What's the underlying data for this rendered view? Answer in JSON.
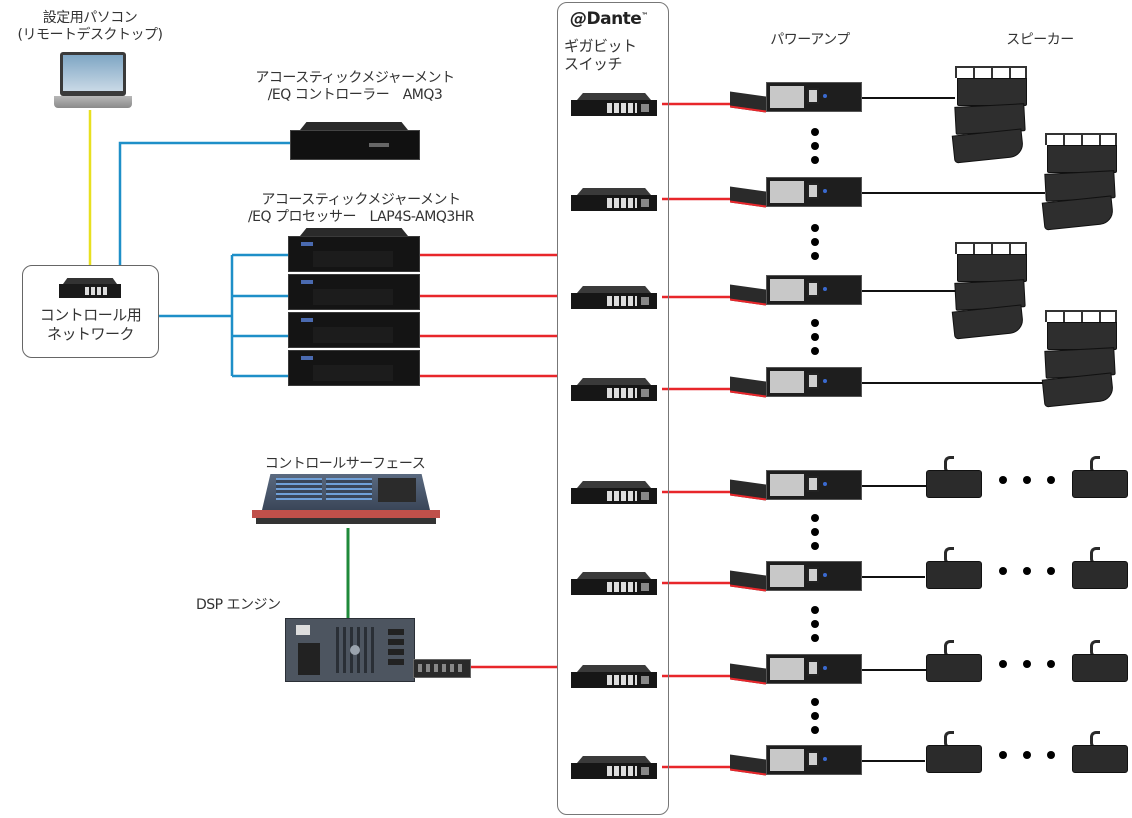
{
  "diagram": {
    "type": "system-diagram",
    "network": "Dante",
    "colors": {
      "dante_line": "#e8262a",
      "control_line": "#1e8fc8",
      "remote_line": "#e8e020",
      "console_line": "#1f8a3a",
      "speaker_line": "#111111",
      "box_border": "#777777"
    }
  },
  "labels": {
    "pc": [
      "設定用パソコン",
      "(リモートデスクトップ)"
    ],
    "amq3": [
      "アコースティックメジャーメント",
      "/EQ コントローラー　AMQ3"
    ],
    "processor": [
      "アコースティックメジャーメント",
      "/EQ プロセッサー　LAP4S-AMQ3HR"
    ],
    "control_network": [
      "コントロール用",
      "ネットワーク"
    ],
    "control_surface": "コントロールサーフェース",
    "dsp_engine": "DSP エンジン",
    "dante_logo": "Dante",
    "gigabit_switch": [
      "ギガビット",
      "スイッチ"
    ],
    "power_amp": "パワーアンプ",
    "speaker": "スピーカー"
  },
  "devices": {
    "processor_units": 4,
    "switch_count": 8,
    "amp_rows": 8,
    "line_array_speakers": 4,
    "point_speaker_rows": 4
  }
}
